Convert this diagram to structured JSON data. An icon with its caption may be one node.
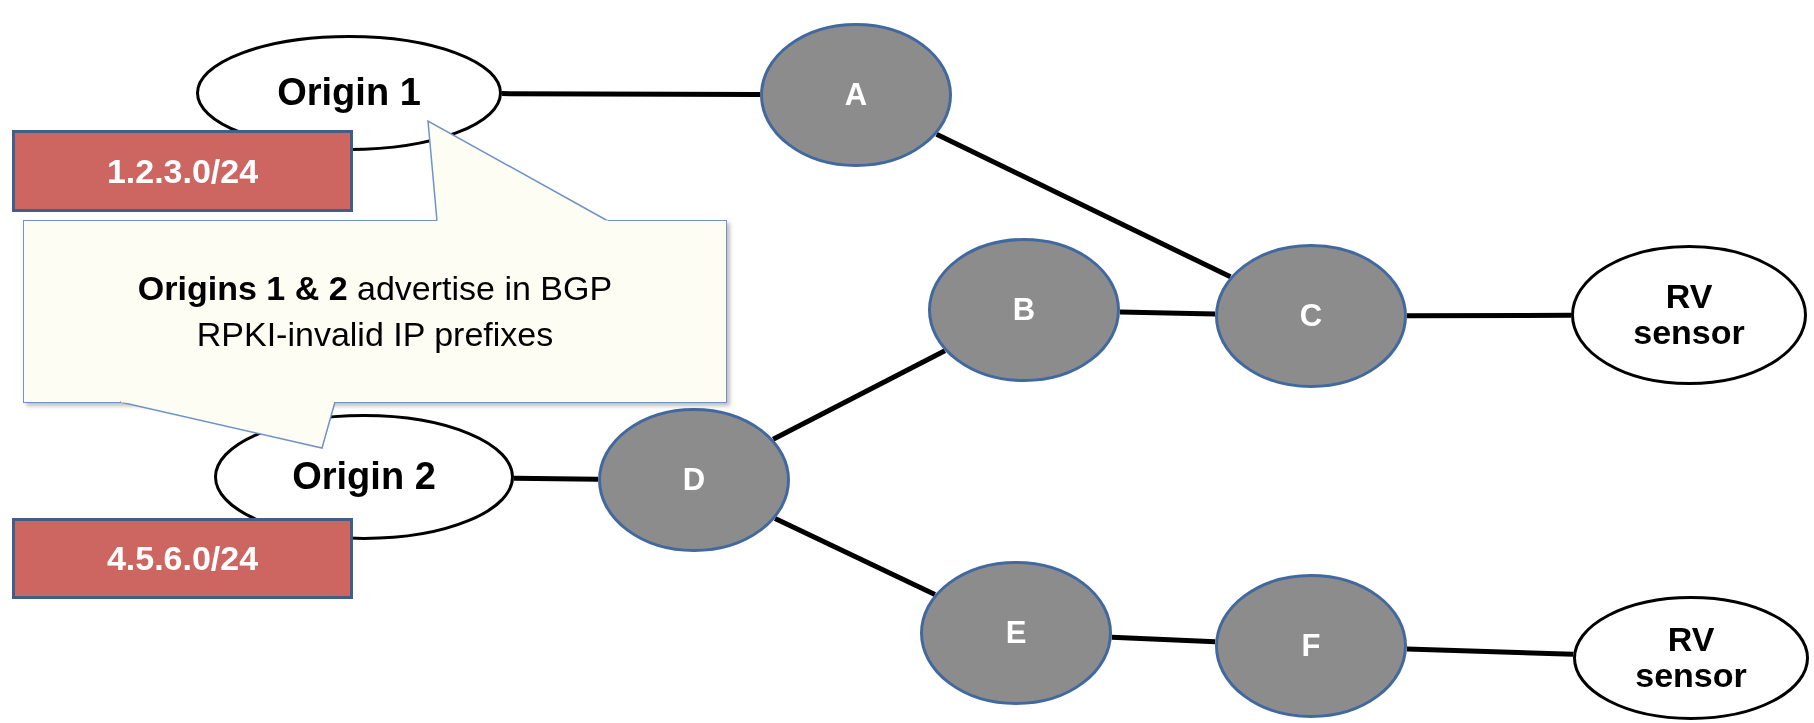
{
  "diagram": {
    "nodes": [
      {
        "text": [
          "Origin 1"
        ]
      },
      {
        "text": [
          "1.2.3.0/24"
        ]
      },
      {
        "text": [
          "**Origins 1 & 2** advertise in BGP RPKI-invalid IP prefixes"
        ]
      },
      {
        "text": [
          "A"
        ]
      },
      {
        "text": [
          "Origin 2"
        ]
      },
      {
        "text": [
          "4.5.6.0/24"
        ]
      },
      {
        "text": [
          "D"
        ]
      },
      {
        "text": [
          "B"
        ]
      },
      {
        "text": [
          "C"
        ]
      },
      {
        "text": [
          "RV sensor"
        ]
      },
      {
        "text": [
          "E"
        ]
      },
      {
        "text": [
          "F"
        ]
      },
      {
        "text": [
          "RV sensor"
        ]
      }
    ],
    "edges": [
      {
        "from": 0,
        "to": 3,
        "arrow": "none"
      },
      {
        "from": 3,
        "to": 8,
        "arrow": "none"
      },
      {
        "from": 7,
        "to": 8,
        "arrow": "none"
      },
      {
        "from": 8,
        "to": 9,
        "arrow": "none"
      },
      {
        "from": 4,
        "to": 6,
        "arrow": "none"
      },
      {
        "from": 6,
        "to": 7,
        "arrow": "none"
      },
      {
        "from": 6,
        "to": 10,
        "arrow": "none"
      },
      {
        "from": 10,
        "to": 11,
        "arrow": "none"
      },
      {
        "from": 11,
        "to": 12,
        "arrow": "none"
      }
    ]
  }
}
